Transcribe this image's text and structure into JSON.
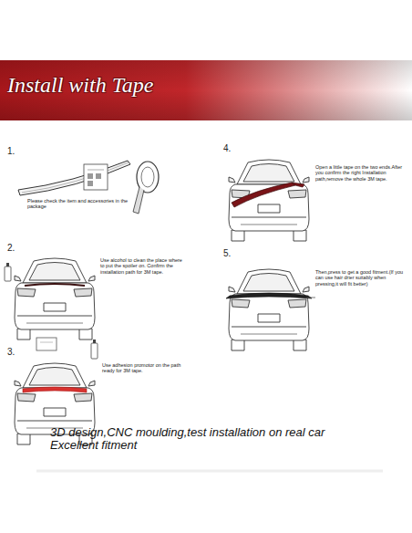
{
  "diagram": {
    "title": "Install with Tape",
    "caption": "3D design,CNC moulding,test installation on real car Excellent fitment",
    "labels": [
      "1.",
      "Please check the item and accessories in the package",
      "2.",
      "Use alcohol to clean the place where to put the spoiler on. Confirm the installation path for 3M tape.",
      "3.",
      "Use adhesion promotor on the path ready for 3M tape.",
      "4.",
      "Open a little tape on the two ends.After you confirm the right Installation path,remove the whole 3M tape.",
      "5.",
      "Then,press to get a good fitment.(If you can use hair drier suitably when pressing,it will fit better)"
    ]
  }
}
